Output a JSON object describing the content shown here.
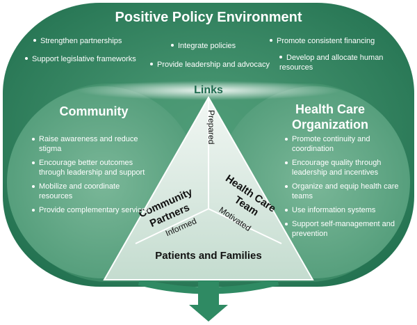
{
  "title": "Positive Policy Environment",
  "policy_items": [
    "Strengthen partnerships",
    "Support legislative frameworks",
    "Integrate policies",
    "Provide leadership and advocacy",
    "Promote consistent financing",
    "Develop and allocate human resources"
  ],
  "links_label": "Links",
  "community": {
    "title": "Community",
    "items": [
      "Raise awareness and reduce stigma",
      "Encourage better outcomes through leadership and support",
      "Mobilize and coordinate resources",
      "Provide complementary services"
    ]
  },
  "hco": {
    "title_line1": "Health Care",
    "title_line2": "Organization",
    "items": [
      "Promote continuity and coordination",
      "Encourage quality through leadership and incentives",
      "Organize and equip health care teams",
      "Use information systems",
      "Support self-management and prevention"
    ]
  },
  "triangle": {
    "prepared": "Prepared",
    "community_partners_line1": "Community",
    "community_partners_line2": "Partners",
    "informed": "Informed",
    "hct_line1": "Health Care",
    "hct_line2": "Team",
    "motivated": "Motivated",
    "patients": "Patients and Families"
  },
  "colors": {
    "outer_green": "#2f8a63",
    "inner_green": "#5fa886",
    "triangle_fill": "#dce9e2"
  }
}
